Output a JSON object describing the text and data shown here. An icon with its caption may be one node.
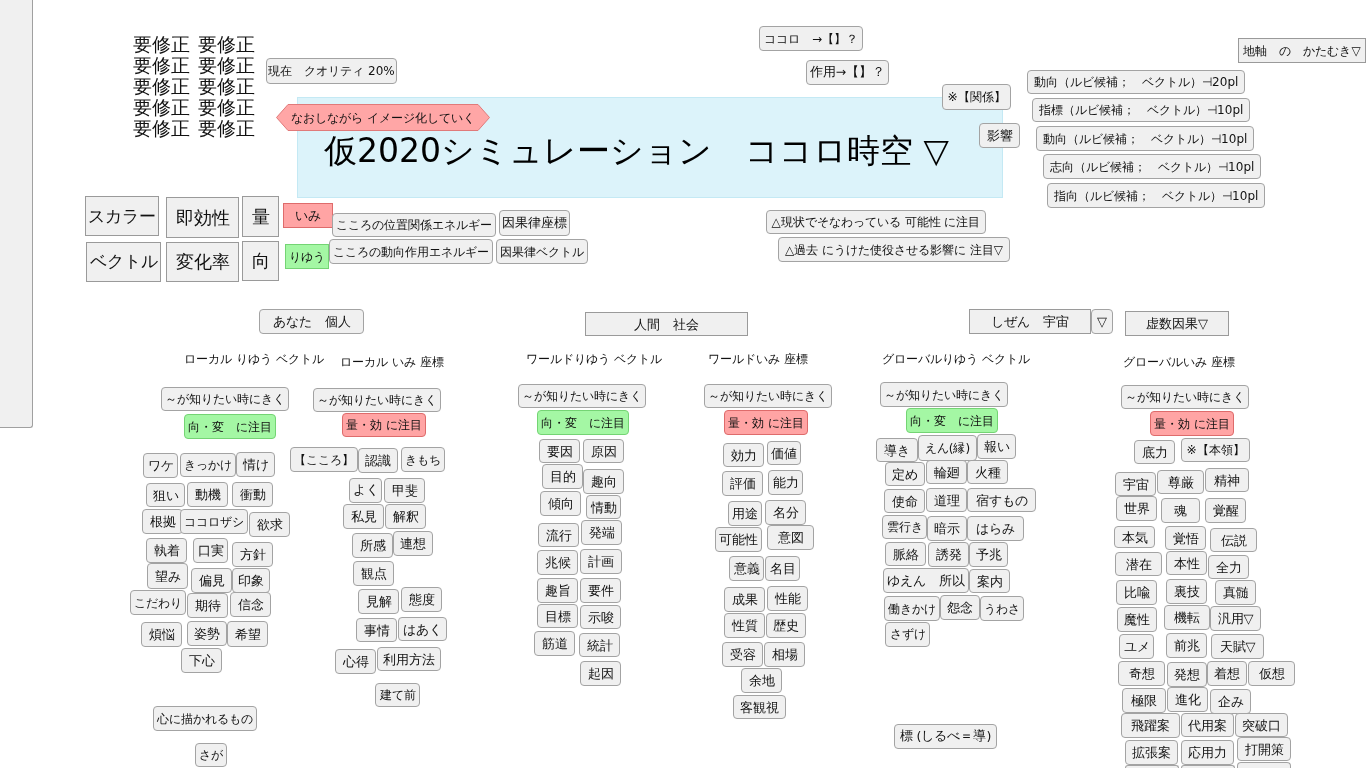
{
  "diagram": {
    "title": "仮2020シミュレーション　ココロ時空 ▽",
    "nodes": [
      {
        "text": [
          "現在　クオリティ 20%"
        ]
      },
      {
        "text": [
          "なおしながら イメージ化していく"
        ]
      },
      {
        "text": [
          "ココロ　→【】？"
        ]
      },
      {
        "text": [
          "作用→【】？"
        ]
      },
      {
        "text": [
          "※【関係】"
        ]
      },
      {
        "text": [
          "影響"
        ]
      },
      {
        "text": [
          "地軸　の　かたむき▽"
        ]
      },
      {
        "text": [
          "動向（ルビ候補；　ベクトル）⊣20pl"
        ]
      },
      {
        "text": [
          "指標（ルビ候補；　ベクトル）⊣10pl"
        ]
      },
      {
        "text": [
          "動向（ルビ候補；　ベクトル）⊣10pl"
        ]
      },
      {
        "text": [
          "志向（ルビ候補；　ベクトル）⊣10pl"
        ]
      },
      {
        "text": [
          "指向（ルビ候補；　ベクトル）⊣10pl"
        ]
      },
      {
        "text": [
          "スカラー"
        ]
      },
      {
        "text": [
          "即効性"
        ]
      },
      {
        "text": [
          "量"
        ]
      },
      {
        "text": [
          "いみ"
        ]
      },
      {
        "text": [
          "こころの位置関係エネルギー"
        ]
      },
      {
        "text": [
          "因果律座標"
        ]
      },
      {
        "text": [
          "ベクトル"
        ]
      },
      {
        "text": [
          "変化率"
        ]
      },
      {
        "text": [
          "向"
        ]
      },
      {
        "text": [
          "りゆう"
        ]
      },
      {
        "text": [
          "こころの動向作用エネルギー"
        ]
      },
      {
        "text": [
          "因果律ベクトル"
        ]
      },
      {
        "text": [
          "△現状でそなわっている 可能性 に注目"
        ]
      },
      {
        "text": [
          "△過去 にうけた使役させる影響に 注目▽"
        ]
      },
      {
        "text": [
          "あなた　個人"
        ]
      },
      {
        "text": [
          "人間　社会"
        ]
      },
      {
        "text": [
          "しぜん　宇宙"
        ]
      },
      {
        "text": [
          "▽"
        ]
      },
      {
        "text": [
          "虚数因果▽"
        ]
      },
      {
        "text": [
          "～が知りたい時にきく"
        ]
      },
      {
        "text": [
          "向・変　に注目"
        ]
      },
      {
        "text": [
          "ワケ"
        ]
      },
      {
        "text": [
          "きっかけ"
        ]
      },
      {
        "text": [
          "情け"
        ]
      },
      {
        "text": [
          "狙い"
        ]
      },
      {
        "text": [
          "動機"
        ]
      },
      {
        "text": [
          "衝動"
        ]
      },
      {
        "text": [
          "根拠"
        ]
      },
      {
        "text": [
          "ココロザシ"
        ]
      },
      {
        "text": [
          "欲求"
        ]
      },
      {
        "text": [
          "執着"
        ]
      },
      {
        "text": [
          "口実"
        ]
      },
      {
        "text": [
          "方針"
        ]
      },
      {
        "text": [
          "望み"
        ]
      },
      {
        "text": [
          "偏見"
        ]
      },
      {
        "text": [
          "印象"
        ]
      },
      {
        "text": [
          "こだわり"
        ]
      },
      {
        "text": [
          "期待"
        ]
      },
      {
        "text": [
          "信念"
        ]
      },
      {
        "text": [
          "煩悩"
        ]
      },
      {
        "text": [
          "姿勢"
        ]
      },
      {
        "text": [
          "希望"
        ]
      },
      {
        "text": [
          "下心"
        ]
      },
      {
        "text": [
          "心に描かれるもの"
        ]
      },
      {
        "text": [
          "さが"
        ]
      },
      {
        "text": [
          "～が知りたい時にきく"
        ]
      },
      {
        "text": [
          "量・効 に注目"
        ]
      },
      {
        "text": [
          "【こころ】"
        ]
      },
      {
        "text": [
          "認識"
        ]
      },
      {
        "text": [
          "きもち"
        ]
      },
      {
        "text": [
          "よく"
        ]
      },
      {
        "text": [
          "甲斐"
        ]
      },
      {
        "text": [
          "私見"
        ]
      },
      {
        "text": [
          "解釈"
        ]
      },
      {
        "text": [
          "所感"
        ]
      },
      {
        "text": [
          "連想"
        ]
      },
      {
        "text": [
          "観点"
        ]
      },
      {
        "text": [
          "見解"
        ]
      },
      {
        "text": [
          "態度"
        ]
      },
      {
        "text": [
          "事情"
        ]
      },
      {
        "text": [
          "はあく"
        ]
      },
      {
        "text": [
          "心得"
        ]
      },
      {
        "text": [
          "利用方法"
        ]
      },
      {
        "text": [
          "建て前"
        ]
      },
      {
        "text": [
          "～が知りたい時にきく"
        ]
      },
      {
        "text": [
          "向・変　に注目"
        ]
      },
      {
        "text": [
          "要因"
        ]
      },
      {
        "text": [
          "原因"
        ]
      },
      {
        "text": [
          "目的"
        ]
      },
      {
        "text": [
          "趣向"
        ]
      },
      {
        "text": [
          "傾向"
        ]
      },
      {
        "text": [
          "情動"
        ]
      },
      {
        "text": [
          "流行"
        ]
      },
      {
        "text": [
          "発端"
        ]
      },
      {
        "text": [
          "兆候"
        ]
      },
      {
        "text": [
          "計画"
        ]
      },
      {
        "text": [
          "趣旨"
        ]
      },
      {
        "text": [
          "要件"
        ]
      },
      {
        "text": [
          "目標"
        ]
      },
      {
        "text": [
          "示唆"
        ]
      },
      {
        "text": [
          "筋道"
        ]
      },
      {
        "text": [
          "統計"
        ]
      },
      {
        "text": [
          "起因"
        ]
      },
      {
        "text": [
          "～が知りたい時にきく"
        ]
      },
      {
        "text": [
          "量・効 に注目"
        ]
      },
      {
        "text": [
          "効力"
        ]
      },
      {
        "text": [
          "価値"
        ]
      },
      {
        "text": [
          "評価"
        ]
      },
      {
        "text": [
          "能力"
        ]
      },
      {
        "text": [
          "用途"
        ]
      },
      {
        "text": [
          "名分"
        ]
      },
      {
        "text": [
          "可能性"
        ]
      },
      {
        "text": [
          "意図"
        ]
      },
      {
        "text": [
          "意義"
        ]
      },
      {
        "text": [
          "名目"
        ]
      },
      {
        "text": [
          "成果"
        ]
      },
      {
        "text": [
          "性能"
        ]
      },
      {
        "text": [
          "性質"
        ]
      },
      {
        "text": [
          "歴史"
        ]
      },
      {
        "text": [
          "受容"
        ]
      },
      {
        "text": [
          "相場"
        ]
      },
      {
        "text": [
          "余地"
        ]
      },
      {
        "text": [
          "客観視"
        ]
      },
      {
        "text": [
          "～が知りたい時にきく"
        ]
      },
      {
        "text": [
          "向・変　に注目"
        ]
      },
      {
        "text": [
          "導き"
        ]
      },
      {
        "text": [
          "えん(縁)"
        ]
      },
      {
        "text": [
          "報い"
        ]
      },
      {
        "text": [
          "定め"
        ]
      },
      {
        "text": [
          "輪廻"
        ]
      },
      {
        "text": [
          "火種"
        ]
      },
      {
        "text": [
          "使命"
        ]
      },
      {
        "text": [
          "道理"
        ]
      },
      {
        "text": [
          "宿すもの"
        ]
      },
      {
        "text": [
          "雲行き"
        ]
      },
      {
        "text": [
          "暗示"
        ]
      },
      {
        "text": [
          "はらみ"
        ]
      },
      {
        "text": [
          "脈絡"
        ]
      },
      {
        "text": [
          "誘発"
        ]
      },
      {
        "text": [
          "予兆"
        ]
      },
      {
        "text": [
          "ゆえん　所以"
        ]
      },
      {
        "text": [
          "案内"
        ]
      },
      {
        "text": [
          "働きかけ"
        ]
      },
      {
        "text": [
          "怨念"
        ]
      },
      {
        "text": [
          "うわさ"
        ]
      },
      {
        "text": [
          "さずけ"
        ]
      },
      {
        "text": [
          "標 (しるべ＝導)"
        ]
      },
      {
        "text": [
          "～が知りたい時にきく"
        ]
      },
      {
        "text": [
          "量・効 に注目"
        ]
      },
      {
        "text": [
          "底力"
        ]
      },
      {
        "text": [
          "※【本領】"
        ]
      },
      {
        "text": [
          "宇宙"
        ]
      },
      {
        "text": [
          "尊厳"
        ]
      },
      {
        "text": [
          "精神"
        ]
      },
      {
        "text": [
          "世界"
        ]
      },
      {
        "text": [
          "魂"
        ]
      },
      {
        "text": [
          "覚醒"
        ]
      },
      {
        "text": [
          "本気"
        ]
      },
      {
        "text": [
          "覚悟"
        ]
      },
      {
        "text": [
          "伝説"
        ]
      },
      {
        "text": [
          "潜在"
        ]
      },
      {
        "text": [
          "本性"
        ]
      },
      {
        "text": [
          "全力"
        ]
      },
      {
        "text": [
          "比喩"
        ]
      },
      {
        "text": [
          "裏技"
        ]
      },
      {
        "text": [
          "真髄"
        ]
      },
      {
        "text": [
          "魔性"
        ]
      },
      {
        "text": [
          "機転"
        ]
      },
      {
        "text": [
          "汎用▽"
        ]
      },
      {
        "text": [
          "ユメ"
        ]
      },
      {
        "text": [
          "前兆"
        ]
      },
      {
        "text": [
          "天賦▽"
        ]
      },
      {
        "text": [
          "奇想"
        ]
      },
      {
        "text": [
          "発想"
        ]
      },
      {
        "text": [
          "着想"
        ]
      },
      {
        "text": [
          "仮想"
        ]
      },
      {
        "text": [
          "極限"
        ]
      },
      {
        "text": [
          "進化"
        ]
      },
      {
        "text": [
          "企み"
        ]
      },
      {
        "text": [
          "飛躍案"
        ]
      },
      {
        "text": [
          "代用案"
        ]
      },
      {
        "text": [
          "突破口"
        ]
      },
      {
        "text": [
          "拡張案"
        ]
      },
      {
        "text": [
          "応用力"
        ]
      },
      {
        "text": [
          "打開策"
        ]
      },
      {
        "text": [],
        "shape": "box"
      },
      {
        "text": [],
        "shape": "box"
      },
      {
        "text": [],
        "shape": "box"
      }
    ],
    "labels": [
      "要修正",
      "要修正",
      "要修正",
      "要修正",
      "要修正",
      "要修正",
      "要修正",
      "要修正",
      "要修正",
      "要修正",
      "ローカル りゆう ベクトル",
      "ローカル いみ 座標",
      "ワールドりゆう ベクトル",
      "ワールドいみ 座標",
      "グローバルりゆう ベクトル",
      "グローバルいみ 座標"
    ]
  }
}
